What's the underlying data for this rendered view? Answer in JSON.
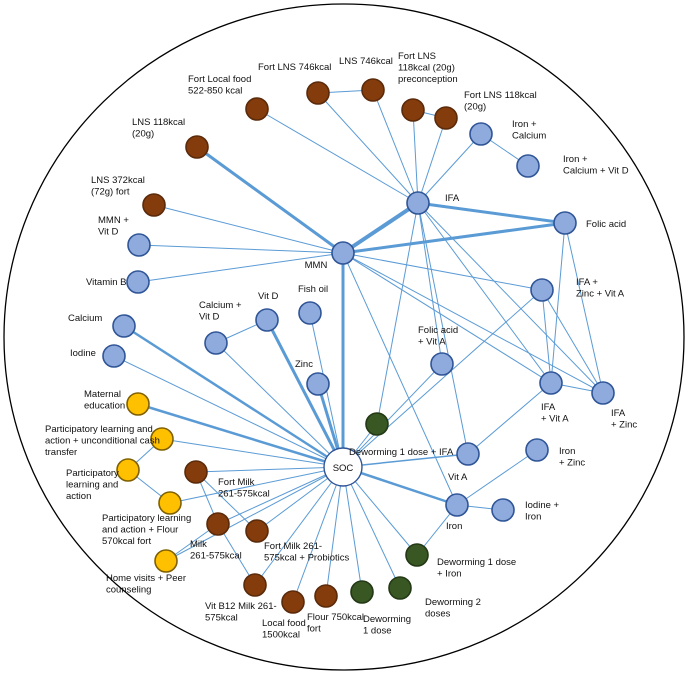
{
  "colors": {
    "blue": "#8faadc",
    "blue_stroke": "#2f5597",
    "brown": "#843c0c",
    "brown_stroke": "#5a2a0a",
    "yellow": "#ffc000",
    "yellow_stroke": "#7f6000",
    "green": "#385723",
    "green_stroke": "#233815",
    "edge": "#5b9bd5",
    "soc": "#ffffff"
  },
  "nodes": [
    {
      "id": "soc",
      "label": "SOC",
      "color": "soc"
    },
    {
      "id": "mmn",
      "label": "MMN",
      "color": "blue"
    },
    {
      "id": "ifa",
      "label": "IFA",
      "color": "blue"
    },
    {
      "id": "folic",
      "label": "Folic acid",
      "color": "blue"
    },
    {
      "id": "iron_calcium",
      "label": "Iron + Calcium",
      "color": "blue"
    },
    {
      "id": "iron_calcium_vitd",
      "label": "Iron + Calcium + Vit D",
      "color": "blue"
    },
    {
      "id": "mmn_vitd",
      "label": "MMN + Vit D",
      "color": "blue"
    },
    {
      "id": "vitb",
      "label": "Vitamin B",
      "color": "blue"
    },
    {
      "id": "calcium",
      "label": "Calcium",
      "color": "blue"
    },
    {
      "id": "iodine",
      "label": "Iodine",
      "color": "blue"
    },
    {
      "id": "calcium_vitd",
      "label": "Calcium + Vit D",
      "color": "blue"
    },
    {
      "id": "vitd",
      "label": "Vit D",
      "color": "blue"
    },
    {
      "id": "fishoil",
      "label": "Fish oil",
      "color": "blue"
    },
    {
      "id": "zinc",
      "label": "Zinc",
      "color": "blue"
    },
    {
      "id": "folic_vita",
      "label": "Folic acid + Vit A",
      "color": "blue"
    },
    {
      "id": "ifa_zinc_vita",
      "label": "IFA + Zinc + Vit A",
      "color": "blue"
    },
    {
      "id": "ifa_vita",
      "label": "IFA + Vit A",
      "color": "blue"
    },
    {
      "id": "ifa_zinc",
      "label": "IFA + Zinc",
      "color": "blue"
    },
    {
      "id": "iron_zinc",
      "label": "Iron + Zinc",
      "color": "blue"
    },
    {
      "id": "vita",
      "label": "Vit A",
      "color": "blue"
    },
    {
      "id": "iron",
      "label": "Iron",
      "color": "blue"
    },
    {
      "id": "iodine_iron",
      "label": "Iodine + Iron",
      "color": "blue"
    },
    {
      "id": "fort_local",
      "label": "Fort Local food 522-850 kcal",
      "color": "brown"
    },
    {
      "id": "fort_lns746",
      "label": "Fort LNS 746kcal",
      "color": "brown"
    },
    {
      "id": "lns746",
      "label": "LNS 746kcal",
      "color": "brown"
    },
    {
      "id": "fort_lns118_pre",
      "label": "Fort LNS 118kcal (20g) preconception",
      "color": "brown"
    },
    {
      "id": "fort_lns118",
      "label": "Fort LNS 118kcal (20g)",
      "color": "brown"
    },
    {
      "id": "lns118",
      "label": "LNS 118kcal (20g)",
      "color": "brown"
    },
    {
      "id": "lns372",
      "label": "LNS 372kcal (72g) fort",
      "color": "brown"
    },
    {
      "id": "fort_milk",
      "label": "Fort Milk 261-575kcal",
      "color": "brown"
    },
    {
      "id": "fort_milk_pro",
      "label": "Fort Milk 261-575kcal + Probiotics",
      "color": "brown"
    },
    {
      "id": "milk",
      "label": "Milk 261-575kcal",
      "color": "brown"
    },
    {
      "id": "vitb12_milk",
      "label": "Vit B12 Milk 261-575kcal",
      "color": "brown"
    },
    {
      "id": "local1500",
      "label": "Local food 1500kcal",
      "color": "brown"
    },
    {
      "id": "flour750",
      "label": "Flour 750kcal fort",
      "color": "brown"
    },
    {
      "id": "mat_edu",
      "label": "Maternal education",
      "color": "yellow"
    },
    {
      "id": "pla_cash",
      "label": "Participatory learning and action + unconditional cash transfer",
      "color": "yellow"
    },
    {
      "id": "pla",
      "label": "Participatory learning and action",
      "color": "yellow"
    },
    {
      "id": "pla_flour",
      "label": "Participatory learning and action + Flour 570kcal fort",
      "color": "yellow"
    },
    {
      "id": "home_visits",
      "label": "Home visits + Peer counseling",
      "color": "yellow"
    },
    {
      "id": "deworm_ifa",
      "label": "Deworming 1 dose + IFA",
      "color": "green"
    },
    {
      "id": "deworm_iron",
      "label": "Deworming 1 dose + Iron",
      "color": "green"
    },
    {
      "id": "deworm2",
      "label": "Deworming 2 doses",
      "color": "green"
    },
    {
      "id": "deworm1",
      "label": "Deworming 1 dose",
      "color": "green"
    }
  ],
  "edges": [
    {
      "a": "lns118",
      "b": "mmn",
      "w": 3
    },
    {
      "a": "ifa",
      "b": "mmn",
      "w": 4
    },
    {
      "a": "folic",
      "b": "mmn",
      "w": 3
    },
    {
      "a": "ifa",
      "b": "folic",
      "w": 3
    },
    {
      "a": "mmn",
      "b": "soc",
      "w": 3
    },
    {
      "a": "vitd",
      "b": "soc",
      "w": 3
    },
    {
      "a": "zinc",
      "b": "soc",
      "w": 3
    },
    {
      "a": "calcium",
      "b": "soc",
      "w": 2.5
    },
    {
      "a": "mat_edu",
      "b": "soc",
      "w": 2.5
    },
    {
      "a": "iron",
      "b": "soc",
      "w": 2.5
    },
    {
      "a": "fort_local",
      "b": "ifa",
      "w": 1
    },
    {
      "a": "fort_lns746",
      "b": "ifa",
      "w": 1
    },
    {
      "a": "fort_lns746",
      "b": "lns746",
      "w": 1
    },
    {
      "a": "lns746",
      "b": "ifa",
      "w": 1
    },
    {
      "a": "fort_lns118_pre",
      "b": "ifa",
      "w": 1
    },
    {
      "a": "fort_lns118_pre",
      "b": "fort_lns118",
      "w": 1
    },
    {
      "a": "fort_lns118",
      "b": "ifa",
      "w": 1
    },
    {
      "a": "iron_calcium",
      "b": "ifa",
      "w": 1
    },
    {
      "a": "iron_calcium",
      "b": "iron_calcium_vitd",
      "w": 1
    },
    {
      "a": "lns372",
      "b": "mmn",
      "w": 1
    },
    {
      "a": "mmn_vitd",
      "b": "mmn",
      "w": 1
    },
    {
      "a": "vitb",
      "b": "mmn",
      "w": 1
    },
    {
      "a": "ifa",
      "b": "deworm_ifa",
      "w": 1
    },
    {
      "a": "ifa",
      "b": "ifa_vita",
      "w": 1
    },
    {
      "a": "ifa",
      "b": "ifa_zinc",
      "w": 1
    },
    {
      "a": "ifa",
      "b": "vita",
      "w": 1
    },
    {
      "a": "ifa",
      "b": "folic_vita",
      "w": 1
    },
    {
      "a": "mmn",
      "b": "ifa_zinc_vita",
      "w": 1
    },
    {
      "a": "mmn",
      "b": "ifa_vita",
      "w": 1
    },
    {
      "a": "mmn",
      "b": "ifa_zinc",
      "w": 1
    },
    {
      "a": "mmn",
      "b": "iron",
      "w": 1
    },
    {
      "a": "folic",
      "b": "ifa_vita",
      "w": 1
    },
    {
      "a": "folic",
      "b": "ifa_zinc",
      "w": 1
    },
    {
      "a": "ifa_zinc_vita",
      "b": "ifa_vita",
      "w": 1
    },
    {
      "a": "ifa_zinc_vita",
      "b": "ifa_zinc",
      "w": 1
    },
    {
      "a": "ifa_zinc_vita",
      "b": "soc",
      "w": 1
    },
    {
      "a": "ifa_vita",
      "b": "ifa_zinc",
      "w": 1
    },
    {
      "a": "ifa_vita",
      "b": "vita",
      "w": 1
    },
    {
      "a": "iron_zinc",
      "b": "iron",
      "w": 1
    },
    {
      "a": "iron",
      "b": "iodine_iron",
      "w": 1
    },
    {
      "a": "iron",
      "b": "deworm_iron",
      "w": 1
    },
    {
      "a": "calcium_vitd",
      "b": "vitd",
      "w": 1
    },
    {
      "a": "calcium_vitd",
      "b": "soc",
      "w": 1
    },
    {
      "a": "fishoil",
      "b": "soc",
      "w": 1
    },
    {
      "a": "iodine",
      "b": "soc",
      "w": 1
    },
    {
      "a": "folic_vita",
      "b": "soc",
      "w": 1
    },
    {
      "a": "deworm_ifa",
      "b": "soc",
      "w": 1
    },
    {
      "a": "vita",
      "b": "soc",
      "w": 1.5
    },
    {
      "a": "deworm_iron",
      "b": "soc",
      "w": 1
    },
    {
      "a": "deworm2",
      "b": "soc",
      "w": 1
    },
    {
      "a": "deworm1",
      "b": "soc",
      "w": 1
    },
    {
      "a": "flour750",
      "b": "soc",
      "w": 1
    },
    {
      "a": "local1500",
      "b": "soc",
      "w": 1
    },
    {
      "a": "vitb12_milk",
      "b": "soc",
      "w": 1
    },
    {
      "a": "milk",
      "b": "soc",
      "w": 1
    },
    {
      "a": "fort_milk_pro",
      "b": "soc",
      "w": 1
    },
    {
      "a": "fort_milk",
      "b": "soc",
      "w": 1
    },
    {
      "a": "fort_milk",
      "b": "fort_milk_pro",
      "w": 1
    },
    {
      "a": "fort_milk",
      "b": "milk",
      "w": 1
    },
    {
      "a": "pla_cash",
      "b": "soc",
      "w": 1
    },
    {
      "a": "pla_cash",
      "b": "pla",
      "w": 1
    },
    {
      "a": "pla",
      "b": "pla_flour",
      "w": 1
    },
    {
      "a": "pla_flour",
      "b": "soc",
      "w": 1
    },
    {
      "a": "home_visits",
      "b": "soc",
      "w": 1
    },
    {
      "a": "milk",
      "b": "home_visits",
      "w": 1
    },
    {
      "a": "vitb12_milk",
      "b": "milk",
      "w": 1
    }
  ]
}
